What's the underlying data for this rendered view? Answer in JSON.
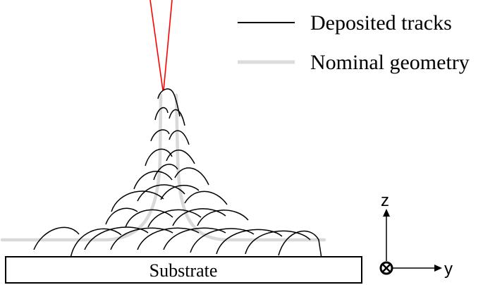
{
  "legend": {
    "deposited_label": "Deposited tracks",
    "nominal_label": "Nominal geometry"
  },
  "substrate": {
    "label": "Substrate"
  },
  "axes": {
    "z_label": "z",
    "y_label": "y"
  },
  "colors": {
    "track": "#000000",
    "nominal": "#d9d9d9",
    "laser": "#ff0000"
  }
}
